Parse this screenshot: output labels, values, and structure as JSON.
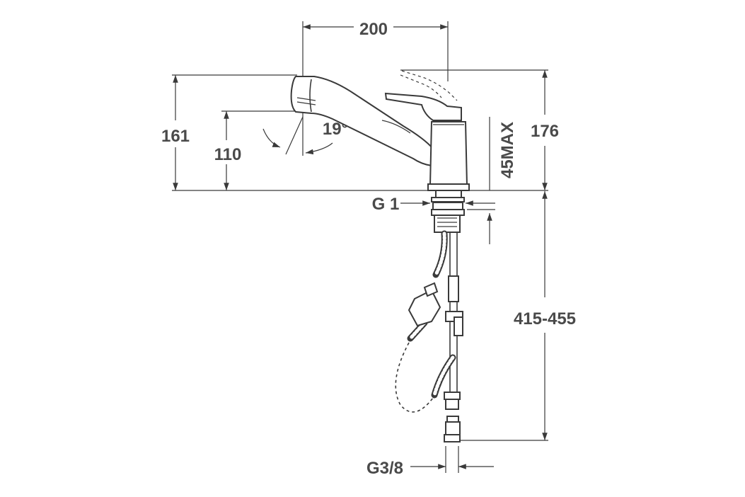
{
  "dimensions": {
    "width_200": "200",
    "height_161": "161",
    "height_110": "110",
    "angle_19": "19°",
    "height_176": "176",
    "max_45": "45MAX",
    "thread_g1": "G 1",
    "length_415_455": "415-455",
    "thread_g38": "G3/8"
  }
}
